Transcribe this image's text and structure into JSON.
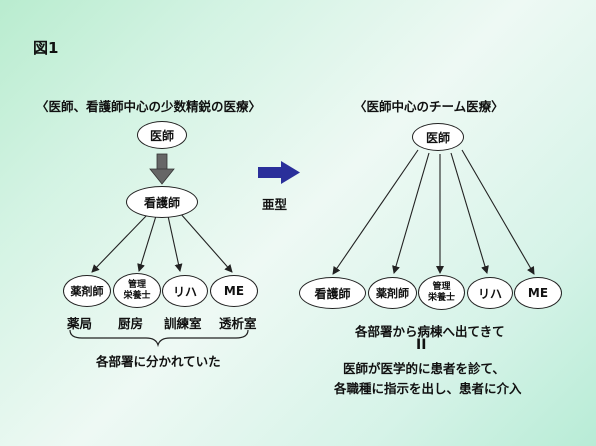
{
  "figure_label": "図1",
  "left": {
    "heading": "〈医師、看護師中心の少数精鋭の医療〉",
    "top_node": "医師",
    "mid_node": "看護師",
    "bottom_nodes": [
      {
        "lines": [
          "薬剤師"
        ]
      },
      {
        "lines": [
          "管理",
          "栄養士"
        ]
      },
      {
        "lines": [
          "リハ"
        ]
      },
      {
        "lines": [
          "ME"
        ]
      }
    ],
    "departments": [
      "薬局",
      "厨房",
      "訓練室",
      "透析室"
    ],
    "brace_caption": "各部署に分かれていた"
  },
  "transition": {
    "label": "亜型",
    "arrow_color": "#2a2f9a"
  },
  "right": {
    "heading": "〈医師中心のチーム医療〉",
    "top_node": "医師",
    "bottom_nodes": [
      {
        "lines": [
          "看護師"
        ]
      },
      {
        "lines": [
          "薬剤師"
        ]
      },
      {
        "lines": [
          "管理",
          "栄養士"
        ]
      },
      {
        "lines": [
          "リハ"
        ]
      },
      {
        "lines": [
          "ME"
        ]
      }
    ],
    "caption1": "各部署から病棟へ出てきて",
    "equals": "II",
    "caption2": "医師が医学的に患者を診て、",
    "caption3": "各職種に指示を出し、患者に介入"
  },
  "colors": {
    "thick_arrow": "#666666",
    "lines": "#222222"
  }
}
